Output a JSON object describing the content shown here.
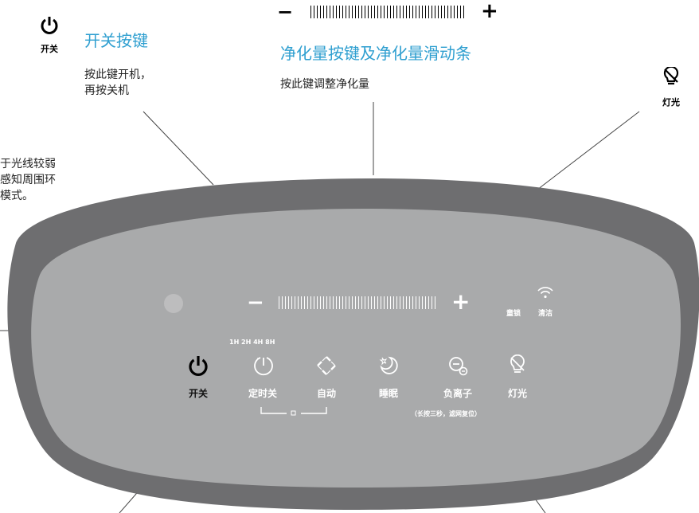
{
  "top": {
    "power_icon_label": "开关",
    "power_title": "开关按键",
    "power_desc_lines": [
      "按此键开机，",
      "再按关机"
    ],
    "slider_minus": "−",
    "slider_plus": "+",
    "slider_title": "净化量按键及净化量滑动条",
    "slider_desc": "按此键调整净化量",
    "light_icon_label": "灯光",
    "left_desc_lines": [
      "于光线较弱",
      "感知周围环",
      "模式。"
    ]
  },
  "panel": {
    "slider_minus": "−",
    "slider_plus": "+",
    "child_lock": "童锁",
    "clean": "清洁",
    "timer_options": "1H 2H 4H 8H",
    "power": "开关",
    "timer": "定时关",
    "auto": "自动",
    "sleep": "睡眠",
    "ion": "负离子",
    "ion_note": "（长按三秒，滤网复位）",
    "light": "灯光"
  },
  "colors": {
    "accent": "#2f9fd0",
    "panel_border": "#6e6e70",
    "panel_face": "#a9aaab",
    "line": "#444444"
  },
  "icons": [
    "power-icon",
    "light-icon",
    "timer-icon",
    "auto-icon",
    "sleep-icon",
    "ion-icon",
    "wifi-icon",
    "sensor-dot"
  ]
}
